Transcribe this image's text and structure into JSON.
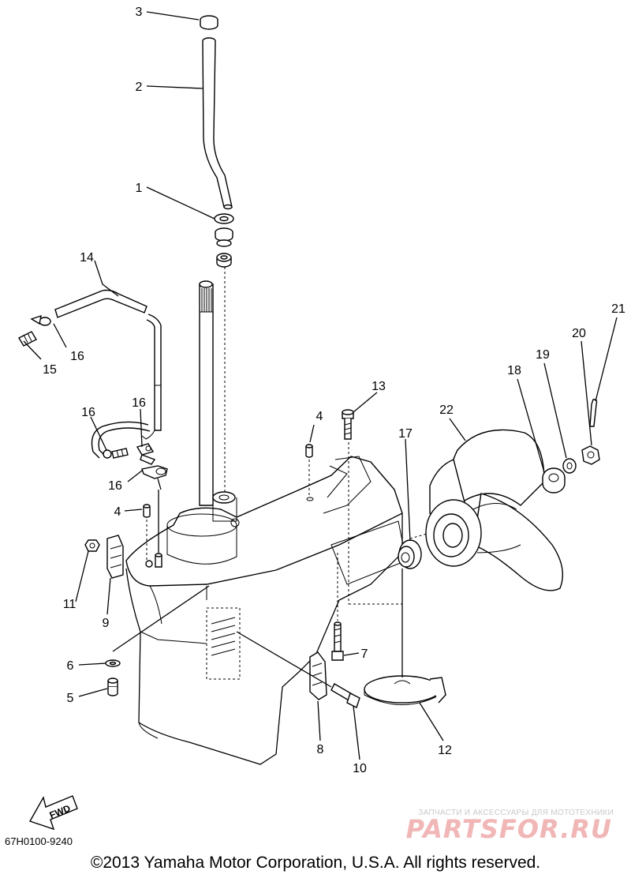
{
  "callouts": {
    "p1": "1",
    "p2": "2",
    "p3": "3",
    "p4a": "4",
    "p4b": "4",
    "p5": "5",
    "p6": "6",
    "p7": "7",
    "p8": "8",
    "p9": "9",
    "p10": "10",
    "p11": "11",
    "p12": "12",
    "p13": "13",
    "p14": "14",
    "p15": "15",
    "p16a": "16",
    "p16b": "16",
    "p16c": "16",
    "p16d": "16",
    "p17": "17",
    "p18": "18",
    "p19": "19",
    "p20": "20",
    "p21": "21",
    "p22": "22"
  },
  "fwd_label": "FWD",
  "drawing_code": "67H0100-9240",
  "copyright": "©2013 Yamaha Motor Corporation, U.S.A. All rights reserved.",
  "watermark": {
    "subtitle": "ЗАПЧАСТИ И АКСЕССУАРЫ ДЛЯ МОТОТЕХНИКИ",
    "brand": "PARTSFOR.RU"
  }
}
